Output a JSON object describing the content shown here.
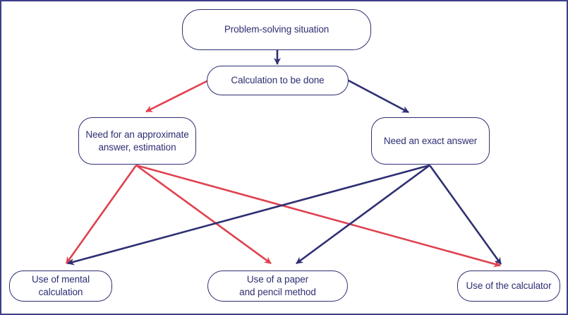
{
  "colors": {
    "frame": "#3d3f8a",
    "node_border": "#2e2f73",
    "text": "#2e2f73",
    "exact_path": "#2e2f73",
    "approx_path": "#e0414f"
  },
  "nodes": {
    "top": {
      "label": "Problem-solving situation"
    },
    "calc": {
      "label": "Calculation to be done"
    },
    "approx": {
      "line1": "Need for an approximate",
      "line2": "answer, estimation"
    },
    "exact": {
      "label": "Need an exact answer"
    },
    "mental": {
      "line1": "Use of mental",
      "line2": "calculation"
    },
    "paper": {
      "line1": "Use of a paper",
      "line2": "and pencil method"
    },
    "calculator": {
      "label": "Use of the calculator"
    }
  },
  "edges": [
    {
      "id": "top-to-calc",
      "from": "Problem-solving situation",
      "to": "Calculation to be done",
      "color": "blue"
    },
    {
      "id": "calc-to-approx",
      "from": "Calculation to be done",
      "to": "Need for an approximate answer, estimation",
      "color": "red"
    },
    {
      "id": "calc-to-exact",
      "from": "Calculation to be done",
      "to": "Need an exact answer",
      "color": "blue"
    },
    {
      "id": "approx-to-mental",
      "from": "Need for an approximate answer, estimation",
      "to": "Use of mental calculation",
      "color": "red"
    },
    {
      "id": "approx-to-paper",
      "from": "Need for an approximate answer, estimation",
      "to": "Use of a paper and pencil method",
      "color": "red"
    },
    {
      "id": "approx-to-calculator",
      "from": "Need for an approximate answer, estimation",
      "to": "Use of the calculator",
      "color": "red"
    },
    {
      "id": "exact-to-mental",
      "from": "Need an exact answer",
      "to": "Use of mental calculation",
      "color": "blue"
    },
    {
      "id": "exact-to-paper",
      "from": "Need an exact answer",
      "to": "Use of a paper and pencil method",
      "color": "blue"
    },
    {
      "id": "exact-to-calculator",
      "from": "Need an exact answer",
      "to": "Use of the calculator",
      "color": "blue"
    }
  ]
}
